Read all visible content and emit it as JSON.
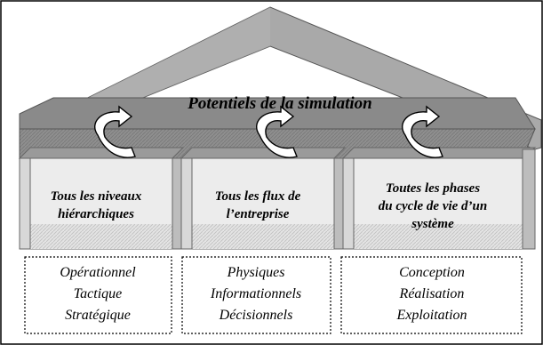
{
  "diagram": {
    "roof_title": "Potentiels de la simulation",
    "pillars": [
      {
        "title_lines": [
          "Tous les niveaux",
          "hiérarchiques"
        ],
        "items": [
          "Opérationnel",
          "Tactique",
          "Stratégique"
        ]
      },
      {
        "title_lines": [
          "Tous les flux de",
          "l’entreprise"
        ],
        "items": [
          "Physiques",
          "Informationnels",
          "Décisionnels"
        ]
      },
      {
        "title_lines": [
          "Toutes les phases",
          "du cycle de vie d’un",
          "système"
        ],
        "items": [
          "Conception",
          "Réalisation",
          "Exploitation"
        ]
      }
    ],
    "icon": "curved-arrow-icon",
    "colors": {
      "roof_fill": "#a6a6a6",
      "slab_fill": "#8c8c8c",
      "pillar_fill": "#e6e6e6",
      "pillar_shade": "#cfcfcf",
      "border": "#000000"
    }
  }
}
